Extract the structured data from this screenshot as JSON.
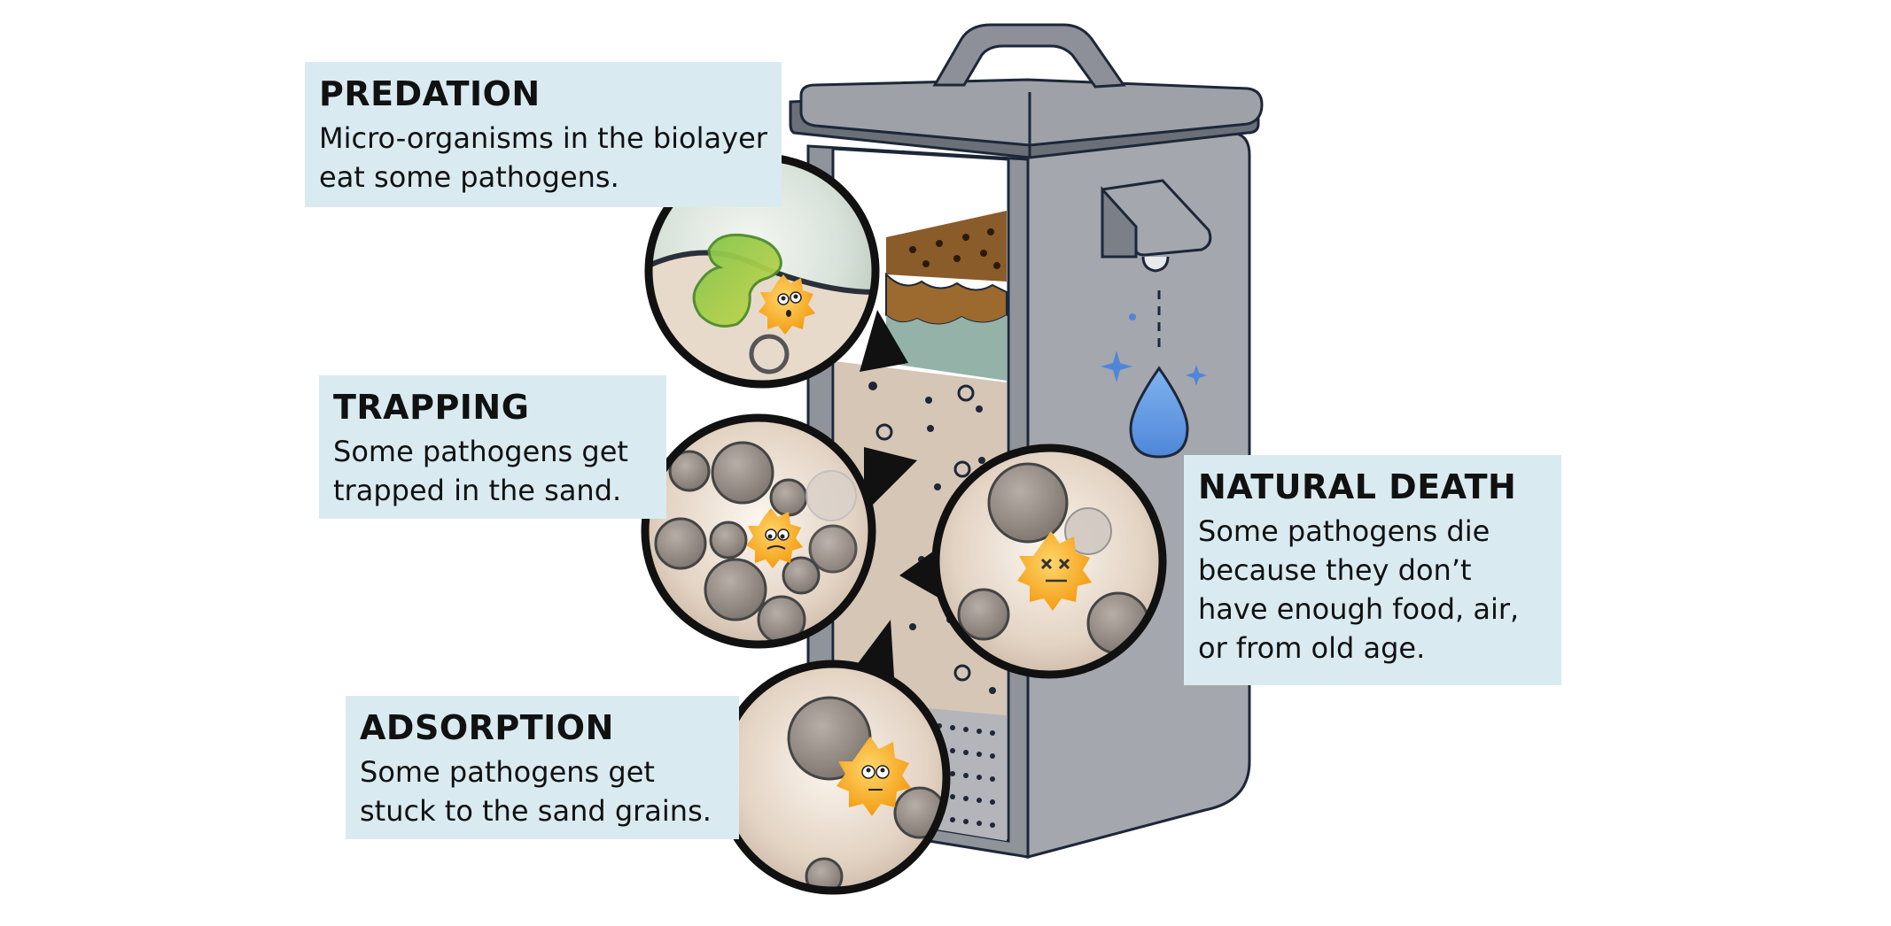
{
  "colors": {
    "label_box": "#d9ebf1",
    "filter_body": "#a4a7ad",
    "filter_outline": "#1d2738",
    "sand": "#d6c6b6",
    "biolayer_green": "#94b2a8",
    "soil": "#8a5c2a",
    "water_drop": "#5c93e0",
    "pathogen": "#f5a623",
    "predator": "#8bc34a"
  },
  "labels": {
    "predation": {
      "title": "PREDATION",
      "line1": "Micro-organisms in the biolayer",
      "line2": "eat some pathogens."
    },
    "trapping": {
      "title": "TRAPPING",
      "line1": "Some pathogens get",
      "line2": "trapped in the sand."
    },
    "natural_death": {
      "title": "NATURAL DEATH",
      "line1": "Some pathogens die",
      "line2": "because they don’t",
      "line3": "have enough food, air,",
      "line4": "or from old age."
    },
    "adsorption": {
      "title": "ADSORPTION",
      "line1": "Some pathogens get",
      "line2": "stuck to the sand grains."
    }
  },
  "icons": [
    "filter-handle-icon",
    "spout-icon",
    "water-drop-icon",
    "sparkle-icon",
    "pathogen-icon",
    "predator-organism-icon",
    "sand-grain-icon"
  ]
}
